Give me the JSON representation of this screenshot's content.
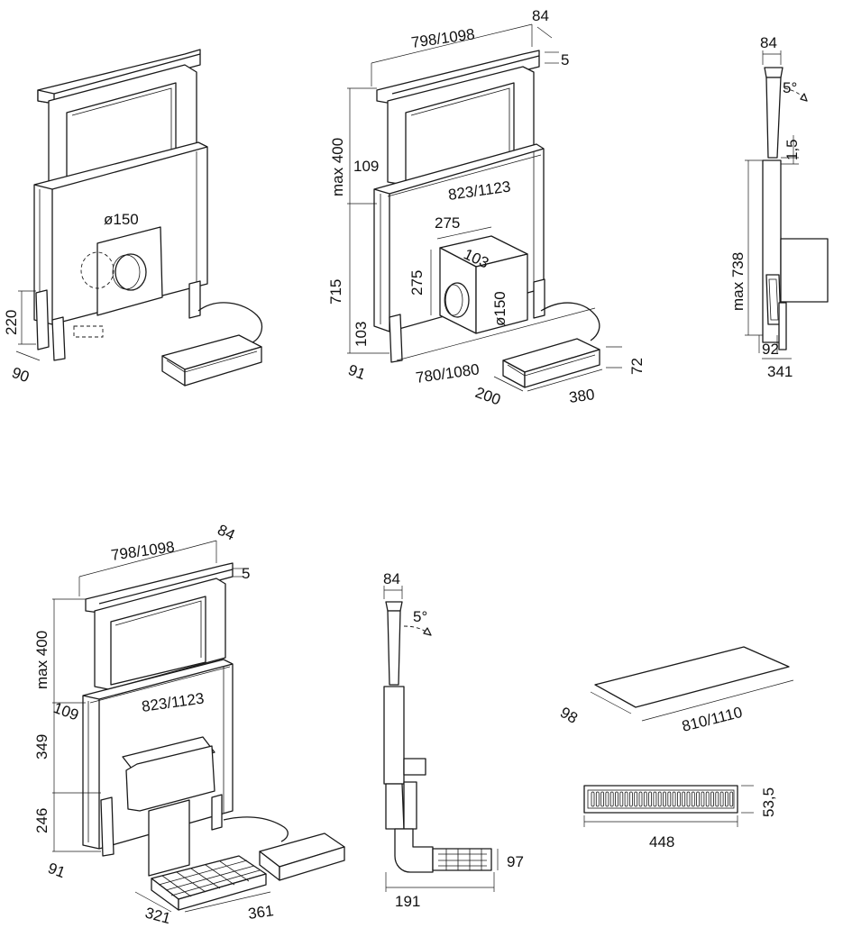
{
  "colors": {
    "line": "#1a1a1a",
    "background": "#ffffff"
  },
  "views": {
    "view1": {
      "diameter": "ø150",
      "height_lower": "220",
      "depth": "90"
    },
    "view2": {
      "top_width": "798/1098",
      "top_depth": "84",
      "top_gap": "5",
      "max_height": "max 400",
      "frame_depth": "109",
      "frame_width": "823/1123",
      "box_width": "275",
      "box_height": "275",
      "box_offset": "103",
      "box_diameter": "ø150",
      "height_mid": "715",
      "height_low": "103",
      "base_depth": "91",
      "base_width": "780/1080",
      "module_height": "72",
      "module_depth": "200",
      "module_width": "380"
    },
    "view3": {
      "top_depth": "84",
      "tilt": "5°",
      "gap": "1,5",
      "max_height": "max 738",
      "base_depth": "92",
      "total_depth": "341"
    },
    "view4": {
      "top_width": "798/1098",
      "top_depth": "84",
      "top_gap": "5",
      "max_height": "max 400",
      "frame_depth": "109",
      "frame_width": "823/1123",
      "height_mid": "349",
      "height_low": "246",
      "base_depth": "91",
      "filter_depth": "321",
      "filter_width": "361"
    },
    "view5": {
      "top_depth": "84",
      "tilt": "5°",
      "filter_height": "97",
      "total_depth": "191"
    },
    "view6": {
      "grille_depth": "98",
      "grille_width": "810/1110",
      "vent_height": "53,5",
      "vent_width": "448"
    }
  }
}
